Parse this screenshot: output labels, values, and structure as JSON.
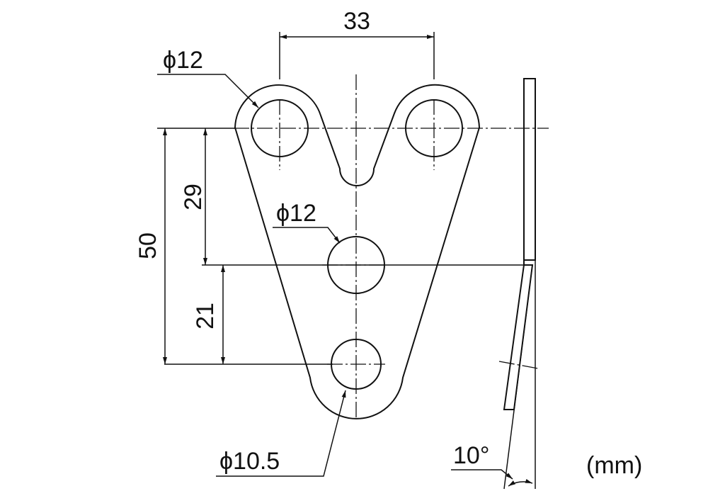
{
  "dimensions": {
    "hole_pitch": "33",
    "top_hole_dia": "ϕ12",
    "middle_hole_dia": "ϕ12",
    "bottom_hole_dia": "ϕ10.5",
    "height_total": "50",
    "height_upper": "29",
    "height_lower": "21",
    "bend_angle": "10°",
    "unit": "(mm)"
  },
  "colors": {
    "line": "#111111",
    "background": "#ffffff"
  }
}
